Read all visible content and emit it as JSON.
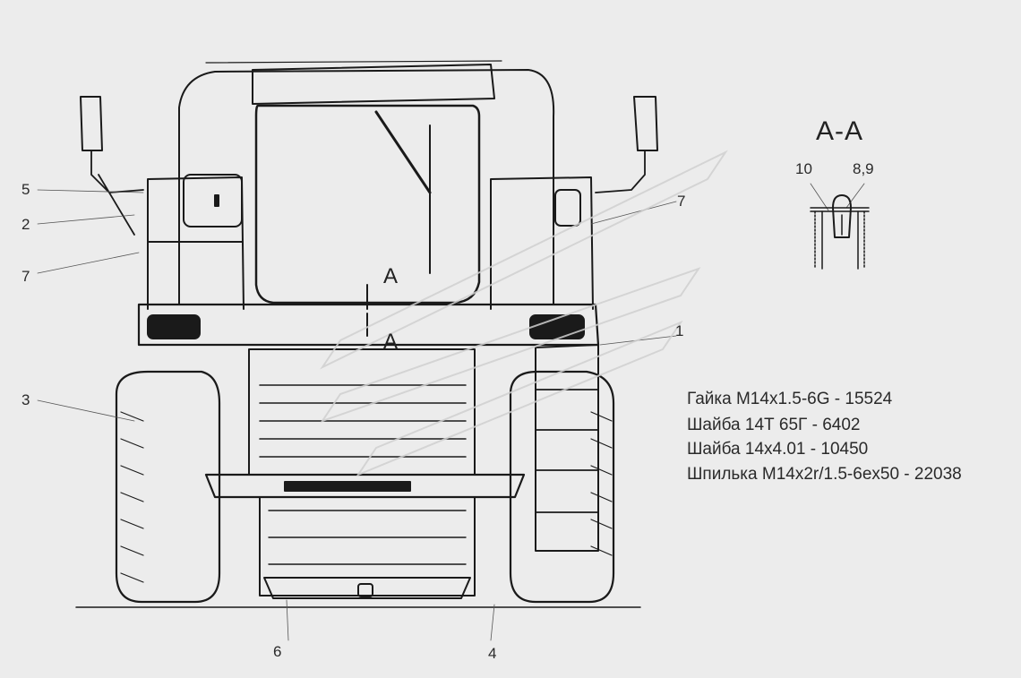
{
  "section_title": "А-А",
  "section_marks": {
    "upper": "А",
    "lower": "А"
  },
  "callouts": {
    "c5": "5",
    "c2": "2",
    "c7_left": "7",
    "c3": "3",
    "c6": "6",
    "c4": "4",
    "c1": "1",
    "c7_right": "7",
    "c10": "10",
    "c89": "8,9"
  },
  "parts_list": [
    "Гайка М14х1.5-6G - 15524",
    "Шайба 14Т 65Г - 6402",
    "Шайба 14х4.01 - 10450",
    "Шпилька М14х2r/1.5-6ex50 - 22038"
  ]
}
